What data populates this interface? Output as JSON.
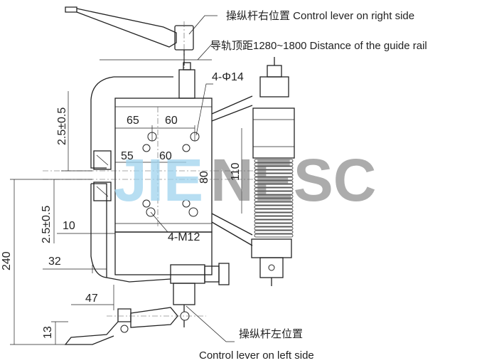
{
  "captions": {
    "right_lever": "操纵杆右位置 Control lever on right side",
    "guide_rail": "导轨顶距1280~1800 Distance of the guide rail",
    "left_lever_cn": "操纵杆左位置",
    "left_lever_en": "Control lever on left side"
  },
  "dims": {
    "holes_top": "4-Φ14",
    "d65": "65",
    "d60_top": "60",
    "d55": "55",
    "d60_mid": "60",
    "d80": "80",
    "d110": "110",
    "tol_upper": "2.5±0.5",
    "tol_lower": "2.5±0.5",
    "d10": "10",
    "d32": "32",
    "d240": "240",
    "d47": "47",
    "d13": "13",
    "threads": "4-M12"
  },
  "watermark": {
    "part1": "JIE",
    "part2": "NESC"
  }
}
